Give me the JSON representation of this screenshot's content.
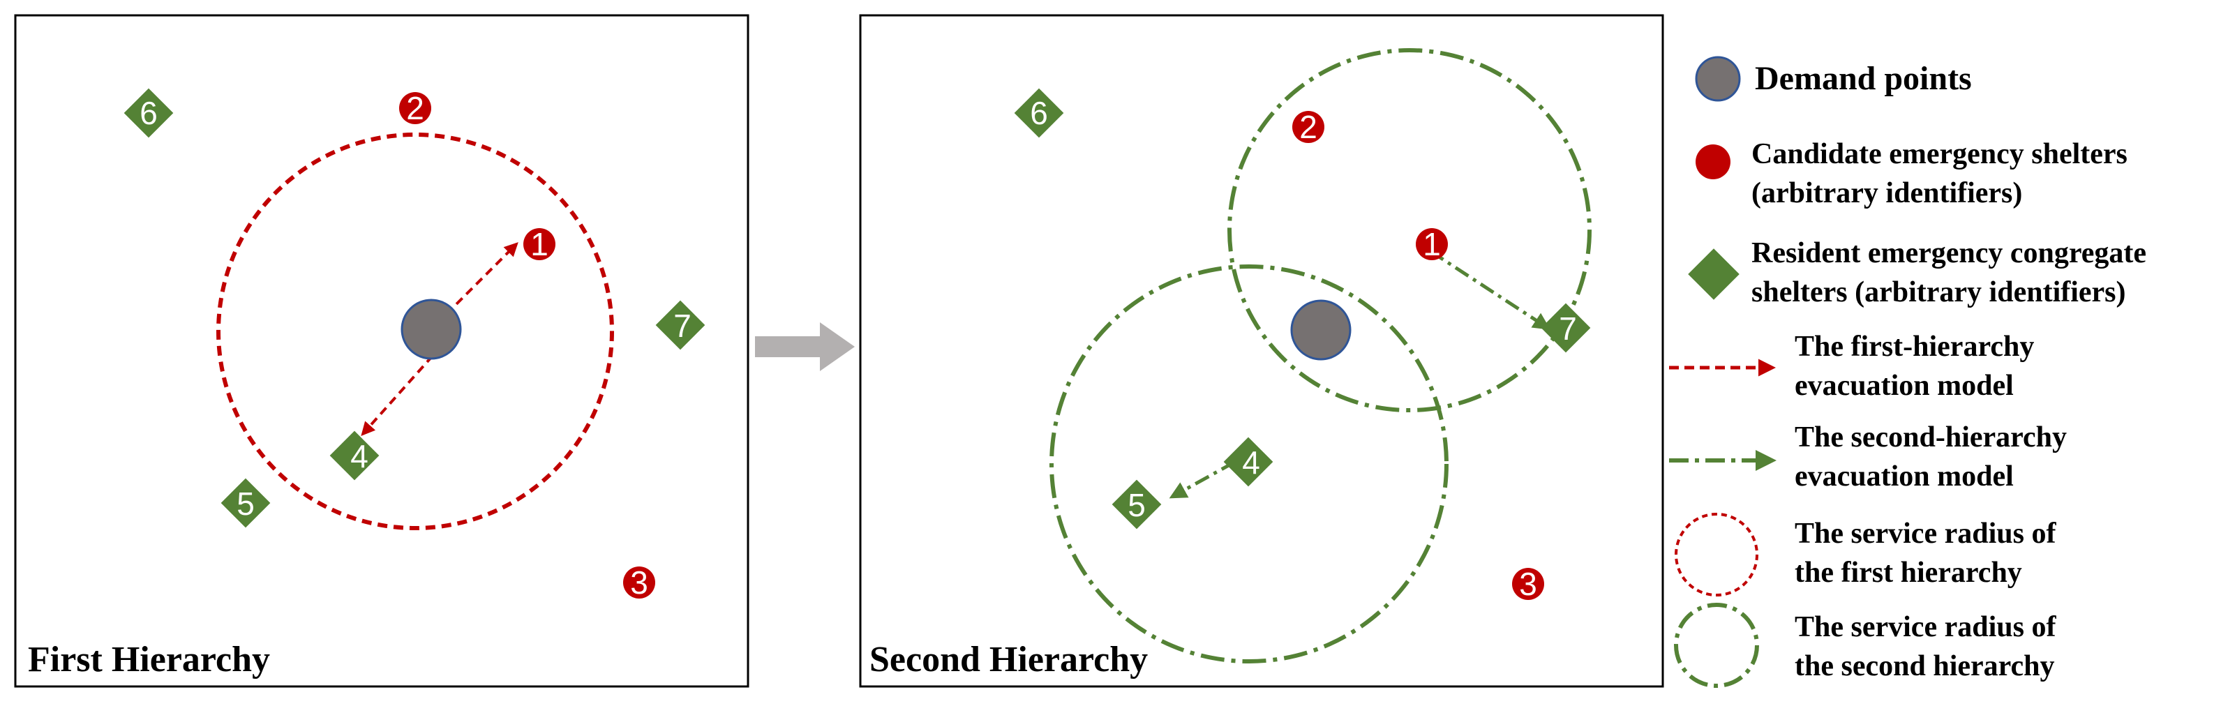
{
  "panels": {
    "first": {
      "title": "First Hierarchy"
    },
    "second": {
      "title": "Second Hierarchy"
    }
  },
  "nodes": {
    "shelters": [
      "1",
      "2",
      "3"
    ],
    "congregate": [
      "4",
      "5",
      "6",
      "7"
    ]
  },
  "legend": {
    "demand": "Demand points",
    "candidate": [
      "Candidate emergency shelters",
      "(arbitrary identifiers)"
    ],
    "resident": [
      "Resident emergency congregate",
      "shelters (arbitrary identifiers)"
    ],
    "first_model": [
      "The first-hierarchy",
      "evacuation model"
    ],
    "second_model": [
      "The second-hierarchy",
      "evacuation model"
    ],
    "first_radius": [
      "The service radius of",
      "the first hierarchy"
    ],
    "second_radius": [
      "The service radius of",
      "the second hierarchy"
    ]
  },
  "colors": {
    "shelter_red": "#c00000",
    "congregate_green": "#548235",
    "demand_fill": "#767171",
    "demand_stroke": "#2f5597",
    "arrow_gray": "#b3b0b0"
  }
}
